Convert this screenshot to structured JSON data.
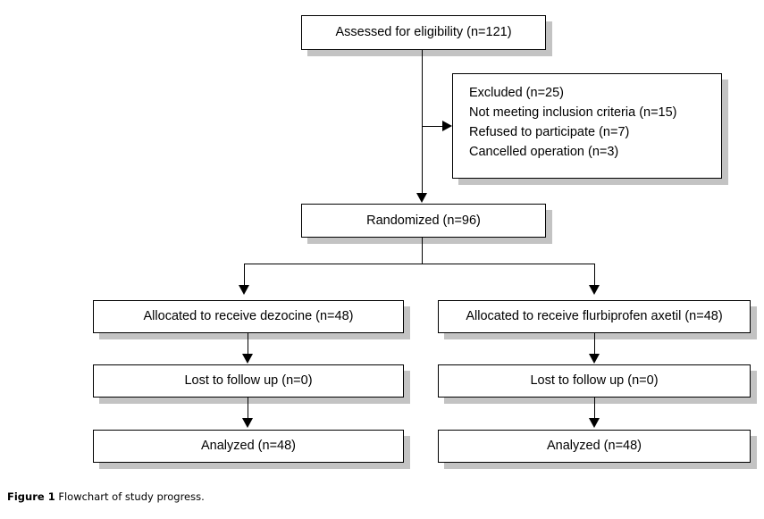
{
  "figure": {
    "caption_label": "Figure 1",
    "caption_text": "Flowchart of study progress."
  },
  "chart_data": {
    "type": "flowchart",
    "title": "Flowchart of study progress",
    "nodes": [
      {
        "id": "assessed",
        "label": "Assessed for eligibility (n=121)",
        "n": 121,
        "stage": "enrollment"
      },
      {
        "id": "excluded",
        "label": "Excluded (n=25)",
        "n": 25,
        "stage": "enrollment"
      },
      {
        "id": "randomized",
        "label": "Randomized (n=96)",
        "n": 96,
        "stage": "allocation"
      },
      {
        "id": "alloc_dezocine",
        "label": "Allocated to receive dezocine (n=48)",
        "n": 48,
        "stage": "allocation",
        "arm": "dezocine"
      },
      {
        "id": "alloc_flurbiprofen",
        "label": "Allocated to receive flurbiprofen axetil (n=48)",
        "n": 48,
        "stage": "allocation",
        "arm": "flurbiprofen axetil"
      },
      {
        "id": "lost_left",
        "label": "Lost to follow up (n=0)",
        "n": 0,
        "stage": "follow-up",
        "arm": "dezocine"
      },
      {
        "id": "lost_right",
        "label": "Lost to follow up (n=0)",
        "n": 0,
        "stage": "follow-up",
        "arm": "flurbiprofen axetil"
      },
      {
        "id": "analyzed_left",
        "label": "Analyzed (n=48)",
        "n": 48,
        "stage": "analysis",
        "arm": "dezocine"
      },
      {
        "id": "analyzed_right",
        "label": "Analyzed (n=48)",
        "n": 48,
        "stage": "analysis",
        "arm": "flurbiprofen axetil"
      }
    ],
    "edges": [
      {
        "from": "assessed",
        "to": "excluded"
      },
      {
        "from": "assessed",
        "to": "randomized"
      },
      {
        "from": "randomized",
        "to": "alloc_dezocine"
      },
      {
        "from": "randomized",
        "to": "alloc_flurbiprofen"
      },
      {
        "from": "alloc_dezocine",
        "to": "lost_left"
      },
      {
        "from": "alloc_flurbiprofen",
        "to": "lost_right"
      },
      {
        "from": "lost_left",
        "to": "analyzed_left"
      },
      {
        "from": "lost_right",
        "to": "analyzed_right"
      }
    ]
  },
  "boxes": {
    "assessed": {
      "text": "Assessed for eligibility (n=121)"
    },
    "excluded": {
      "line1": "Excluded (n=25)",
      "line2": "Not meeting inclusion criteria (n=15)",
      "line3": "Refused to participate (n=7)",
      "line4": "Cancelled operation (n=3)"
    },
    "randomized": {
      "text": "Randomized (n=96)"
    },
    "allocated_left": {
      "text": "Allocated to receive dezocine (n=48)"
    },
    "allocated_right": {
      "text": "Allocated to receive flurbiprofen axetil (n=48)"
    },
    "lost_left": {
      "text": "Lost to follow up (n=0)"
    },
    "lost_right": {
      "text": "Lost to follow up (n=0)"
    },
    "analyzed_left": {
      "text": "Analyzed (n=48)"
    },
    "analyzed_right": {
      "text": "Analyzed (n=48)"
    }
  },
  "colors": {
    "box_border": "#000000",
    "box_fill": "#ffffff",
    "shadow": "#c3c3c3",
    "connector": "#000000",
    "text": "#000000"
  }
}
